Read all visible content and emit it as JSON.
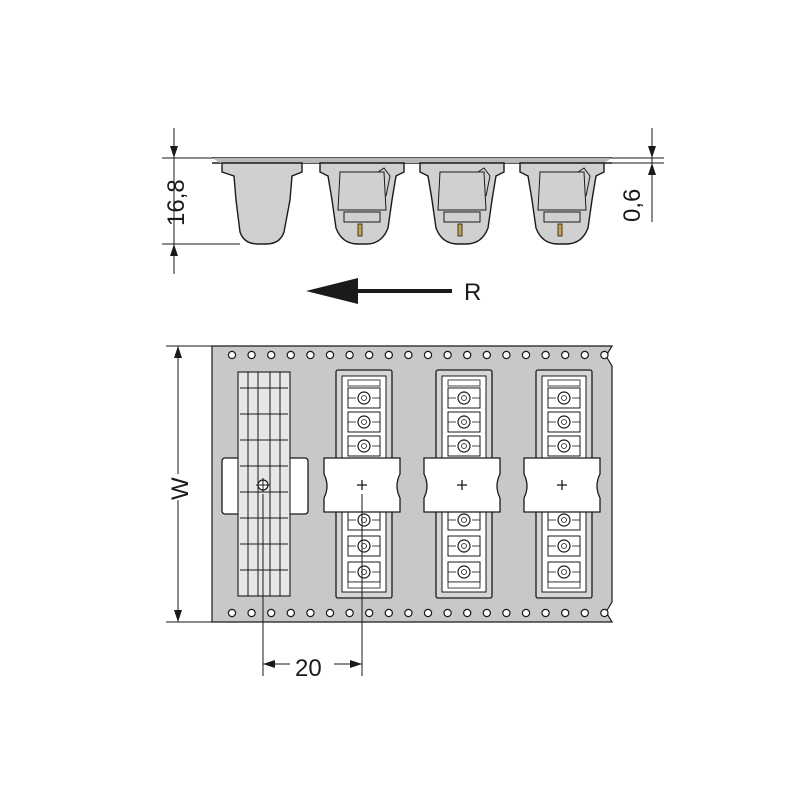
{
  "dimensions": {
    "height_label": "16,8",
    "thickness_label": "0,6",
    "direction_label": "R",
    "width_label": "W",
    "pitch_label": "20"
  },
  "colors": {
    "line": "#1a1a1a",
    "component_fill": "#d0d0d0",
    "tape_fill": "#c8c8c8",
    "background": "#ffffff"
  },
  "icons": {
    "direction_arrow": "arrow-left-icon",
    "center_mark": "crosshair-icon"
  }
}
